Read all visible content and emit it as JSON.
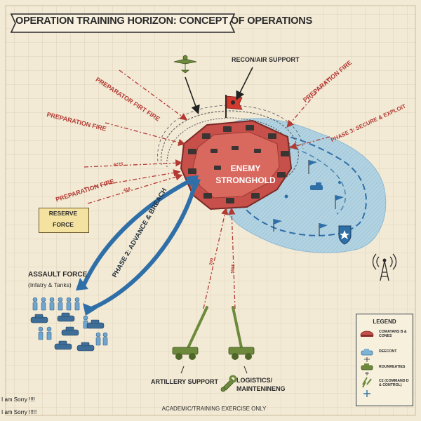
{
  "title": "OPERATION TRAINING HORIZON: CONCEPT OF OPERATIONS",
  "labels": {
    "recon_air": "RECON/AIR SUPPORT",
    "prep_fire_firt": "PREPARATOR FIRT FIRE",
    "prep_fire_left": "PREPARATION FIRE",
    "prep_fire_lower": "PREPARATION FIRE",
    "prep_fire_right": "PREPARATION FIRE",
    "phase3": "PHASE 3: SECURE & EXPLOIT",
    "enemy_line1": "ENEMY",
    "enemy_line2": "STRONGHOLD",
    "phase2": "PHASE 2: ADVANCE & BREACH",
    "reserve_line1": "RESERVE",
    "reserve_line2": "FORCE",
    "assault_title": "ASSAULT FORCE",
    "assault_sub": "(Infatry & Tanks)",
    "artillery": "ARTILLERY SUPPORT",
    "logistics_line1": "LOGISTICS/",
    "logistics_line2": "MAINTENINENG",
    "footer": "ACADEMIC/TRAINING EXERCISE ONLY",
    "small_6725": "6725",
    "small_418": "418",
    "small_200": "200",
    "small_5555": "5555"
  },
  "legend": {
    "title": "LEGEND",
    "items": [
      {
        "label": "COMAYANS B & CONES",
        "icon": "red-bunker-icon"
      },
      {
        "label": "DEECONT",
        "icon": "blue-vehicle-icon"
      },
      {
        "label": "ROUNREATIES",
        "icon": "green-tank-icon"
      },
      {
        "label": "C2 (COMMAND D & CONTROL)",
        "icon": "green-artillery-icon"
      }
    ]
  },
  "apologies": [
    "I am Sorry !!!!",
    "I am Sorry !!!!!"
  ],
  "colors": {
    "background": "#f3ead6",
    "grid": "#d9cdb2",
    "enemy_red": "#c8504a",
    "friendly_blue": "#2f6fa8",
    "water_blue": "#a9cfe4",
    "fire_red": "#b23a33",
    "artillery_green": "#6d8a3c"
  }
}
